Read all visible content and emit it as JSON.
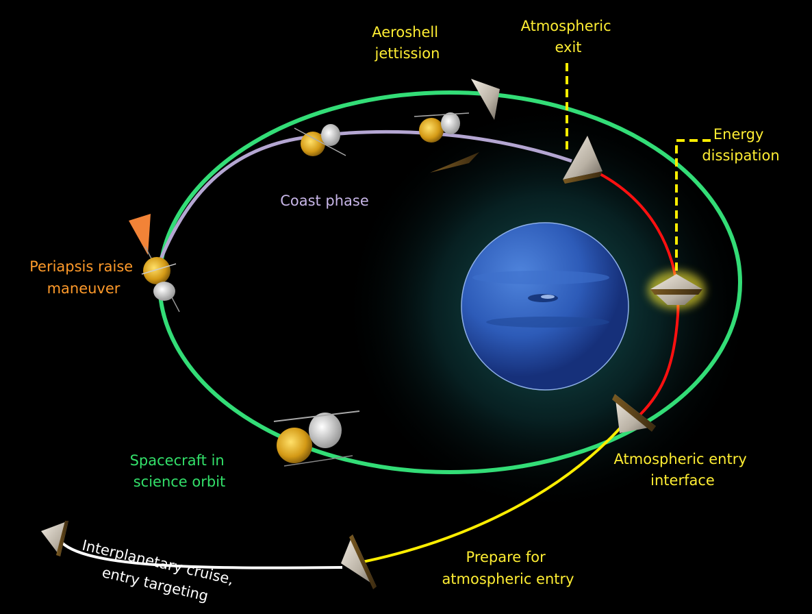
{
  "labels": {
    "aeroshell": [
      "Aeroshell",
      "jettission"
    ],
    "atm_exit": [
      "Atmospheric",
      "exit"
    ],
    "energy": [
      "Energy",
      "dissipation"
    ],
    "coast": "Coast phase",
    "periapsis": [
      "Periapsis raise",
      "maneuver"
    ],
    "science": [
      "Spacecraft in",
      "science orbit"
    ],
    "entry_interface": [
      "Atmospheric entry",
      "interface"
    ],
    "prepare": [
      "Prepare for",
      "atmospheric entry"
    ],
    "cruise": [
      "Interplanetary cruise,",
      "entry targeting"
    ]
  },
  "colors": {
    "orbit": "#33dd77",
    "coast": "#b4a6d2",
    "aero_path": "#ff1010",
    "approach": "#ffee00",
    "cruise": "#ffffff",
    "label_yellow": "#ffee33",
    "label_orange": "#ff9a2a",
    "label_green": "#33e06a",
    "label_lavender": "#c8b6e8",
    "planet": "#2b5ab8"
  }
}
